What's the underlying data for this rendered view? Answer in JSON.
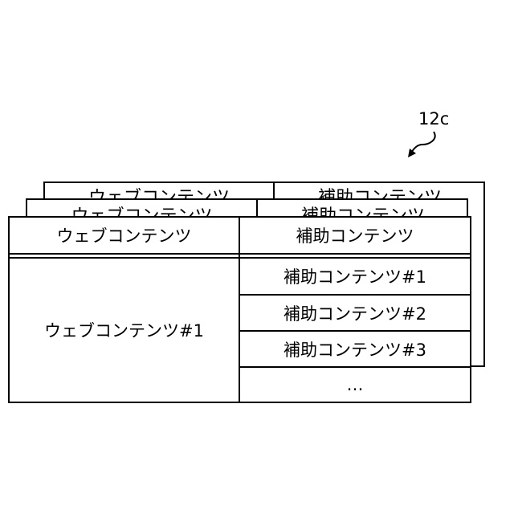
{
  "reference": {
    "label": "12c"
  },
  "table": {
    "header_web": "ウェブコンテンツ",
    "header_aux": "補助コンテンツ",
    "web_item": "ウェブコンテンツ#1",
    "aux_items": [
      "補助コンテンツ#1",
      "補助コンテンツ#2",
      "補助コンテンツ#3",
      "…"
    ]
  }
}
